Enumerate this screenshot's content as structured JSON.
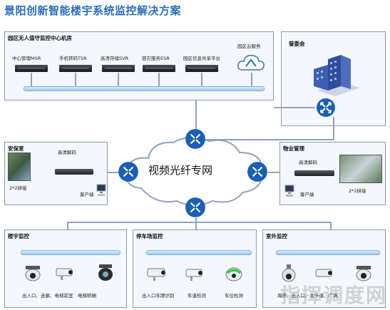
{
  "title": "景阳创新智能楼宇系统监控解决方案",
  "datacenter": {
    "label": "园区无人值守监控中心机房",
    "servers": [
      "中心管理MSR",
      "手机转码TSR",
      "高清存储SVR",
      "容灾服务ESR",
      "园区信息共享平台"
    ],
    "cloud_label": "园区云服务"
  },
  "committee": {
    "label": "管委会"
  },
  "network": {
    "label": "视频光纤专网"
  },
  "security_room": {
    "label": "安保室",
    "decode": "高清解码",
    "wall": "2*2拼接",
    "client": "客户端"
  },
  "property": {
    "label": "物业管理",
    "decode": "高清解码",
    "wall": "2*2拼接",
    "client": "客户端"
  },
  "building": {
    "label": "楼宇监控",
    "caption": "出入口、走廊、电梯前室　电梯轿厢"
  },
  "parking": {
    "label": "停车场监控",
    "captions": [
      "出入口车牌识别",
      "车道检测",
      "车位检测"
    ]
  },
  "outdoor": {
    "label": "室外监控",
    "caption": "周界、出入口、主干道、广场"
  },
  "watermark": "指挥调度网"
}
